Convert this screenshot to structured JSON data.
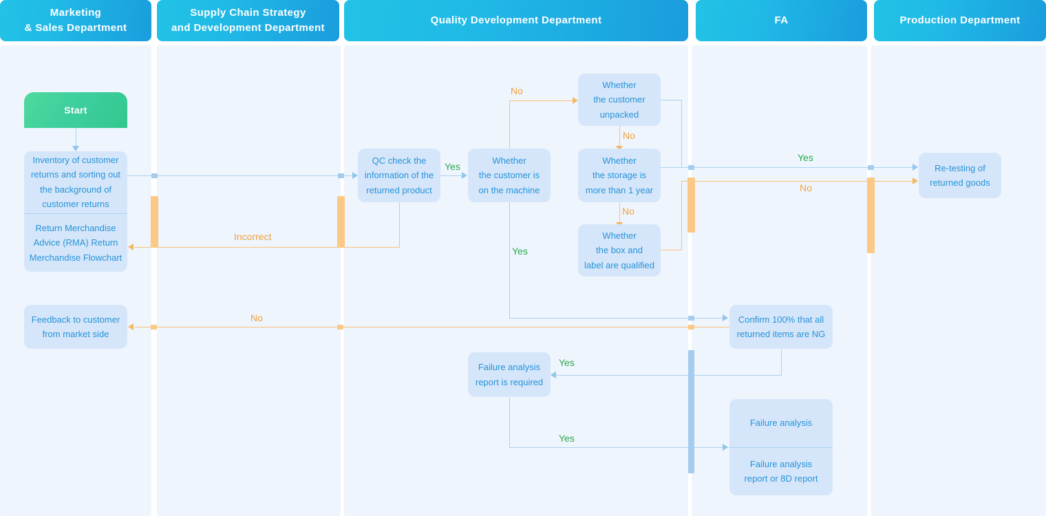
{
  "diagram": {
    "title": "Return Merchandise Advice (RMA) Return Merchandise Flowchart",
    "type": "swimlane-flowchart",
    "colors": {
      "lane_header_from": "#21c3e6",
      "lane_header_to": "#1a9ddd",
      "lane_body": "#eff5fd",
      "node_fill": "#d6e6fa",
      "node_text": "#2493d8",
      "start_from": "#4fd99b",
      "start_to": "#33c78f",
      "edge_blue": "#a9d2ee",
      "edge_orange": "#f9c07a",
      "label_yes": "#2aa84f",
      "label_no": "#f0a23c"
    }
  },
  "lanes": [
    {
      "id": "marketing",
      "title": "Marketing\n& Sales Department",
      "line1": "Marketing",
      "line2": "& Sales Department"
    },
    {
      "id": "supply_chain",
      "title": "Supply Chain Strategy\nand Development Department",
      "line1": "Supply Chain Strategy",
      "line2": "and Development Department"
    },
    {
      "id": "quality",
      "title": "Quality Development Department",
      "line1": "Quality Development Department",
      "line2": ""
    },
    {
      "id": "fa",
      "title": "FA",
      "line1": "FA",
      "line2": ""
    },
    {
      "id": "production",
      "title": "Production Department",
      "line1": "Production Department",
      "line2": ""
    }
  ],
  "nodes": {
    "start": {
      "label": "Start",
      "lane": "marketing",
      "shape": "terminator"
    },
    "inventory": {
      "line1": "Inventory of customer",
      "line2": "returns and sorting out",
      "line3": "the background of",
      "line4": "customer returns",
      "lane": "marketing"
    },
    "rma": {
      "line1": "Return Merchandise",
      "line2": "Advice (RMA) Return",
      "line3": "Merchandise Flowchart",
      "lane": "marketing"
    },
    "feedback": {
      "line1": "Feedback to customer",
      "line2": "from market side",
      "lane": "marketing"
    },
    "qc_check": {
      "line1": "QC check the",
      "line2": "information of the",
      "line3": "returned product",
      "lane": "quality"
    },
    "on_machine": {
      "line1": "Whether",
      "line2": "the customer is",
      "line3": "on the machine",
      "lane": "quality"
    },
    "unpacked": {
      "line1": "Whether",
      "line2": "the customer",
      "line3": "unpacked",
      "lane": "quality"
    },
    "storage": {
      "line1": "Whether",
      "line2": "the storage is",
      "line3": "more than 1 year",
      "lane": "quality"
    },
    "box_label": {
      "line1": "Whether",
      "line2": "the box and",
      "line3": "label are qualified",
      "lane": "quality"
    },
    "fa_report_required": {
      "line1": "Failure analysis",
      "line2": "report is required",
      "lane": "quality"
    },
    "confirm_ng": {
      "line1": "Confirm 100% that all",
      "line2": "returned items are NG",
      "lane": "fa"
    },
    "failure_analysis": {
      "label": "Failure analysis",
      "lane": "fa"
    },
    "fa_report_8d": {
      "line1": "Failure analysis",
      "line2": "report or 8D report",
      "lane": "fa"
    },
    "retesting": {
      "line1": "Re-testing of",
      "line2": "returned goods",
      "lane": "production"
    }
  },
  "edge_labels": {
    "qc_to_on_machine": "Yes",
    "on_machine_no": "No",
    "on_machine_yes": "Yes",
    "unpacked_no": "No",
    "storage_no": "No",
    "incorrect": "Incorrect",
    "to_feedback_no": "No",
    "to_retesting_yes": "Yes",
    "to_retesting_no": "No",
    "confirm_to_report_yes": "Yes",
    "report_to_fa_yes": "Yes"
  }
}
